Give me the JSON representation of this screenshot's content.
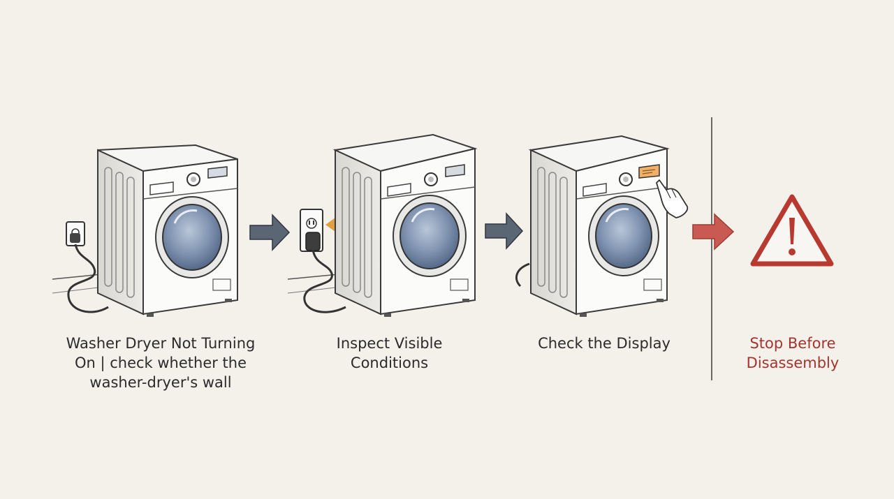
{
  "colors": {
    "background": "#f4f1eb",
    "ink": "#3c3c3c",
    "arrow_gray": "#5b6674",
    "arrow_red": "#c85a52",
    "curve_arrow": "#e0a040",
    "warning": "#c0392b",
    "drum_glass": "#7f93b0",
    "display_orange": "#f0b06a"
  },
  "steps": [
    {
      "icon": "washer-dryer-unplugged-icon",
      "caption_lines": [
        "Washer Dryer Not Turning",
        "On | check whether the",
        "washer-dryer's wall"
      ]
    },
    {
      "icon": "washer-dryer-plug-in-icon",
      "caption_lines": [
        "Inspect Visible",
        "Conditions"
      ]
    },
    {
      "icon": "washer-dryer-display-icon",
      "caption_lines": [
        "Check the Display"
      ]
    },
    {
      "icon": "warning-triangle-icon",
      "caption_lines": [
        "Stop Before",
        "Disassembly"
      ]
    }
  ]
}
